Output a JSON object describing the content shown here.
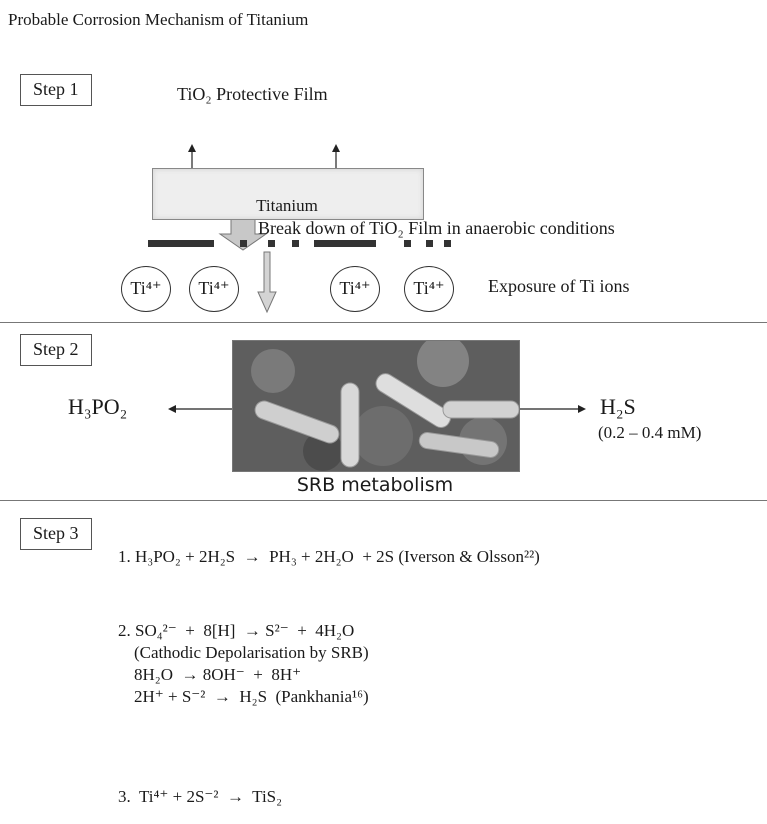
{
  "title": "Probable Corrosion Mechanism of Titanium",
  "step1": {
    "label": "Step 1",
    "film_label": "TiO₂ Protective Film",
    "metal_label": "Titanium",
    "breakdown_label": "Break down of TiO₂ Film in anaerobic conditions",
    "ion_label": "Ti⁴⁺",
    "exposure_label": "Exposure of Ti  ions"
  },
  "step2": {
    "label": "Step 2",
    "left_product": "H₃PO₂",
    "right_product": "H₂S",
    "right_note": "(0.2 – 0.4 mM)",
    "caption": "SRB metabolism"
  },
  "step3": {
    "label": "Step 3",
    "eq1": "1. H₃PO₂ + 2H₂S  →  PH₃ + 2H₂O  + 2S (Iverson & Olsson²²)",
    "eq2a": "2. SO₄²⁻  +  8[H]  → S²⁻  +  4H₂O",
    "eq2b": "(Cathodic Depolarisation by SRB)",
    "eq2c": "8H₂O  → 8OH⁻  +  8H⁺",
    "eq2d": "2H⁺ + S⁻²  →  H₂S  (Pankhania¹⁶)",
    "eq3": "3.  Ti⁴⁺ + 2S⁻²  →  TiS₂"
  },
  "colors": {
    "line": "#777777",
    "ink": "#1a1a1a",
    "arrow_fill": "#c8c8c8"
  }
}
